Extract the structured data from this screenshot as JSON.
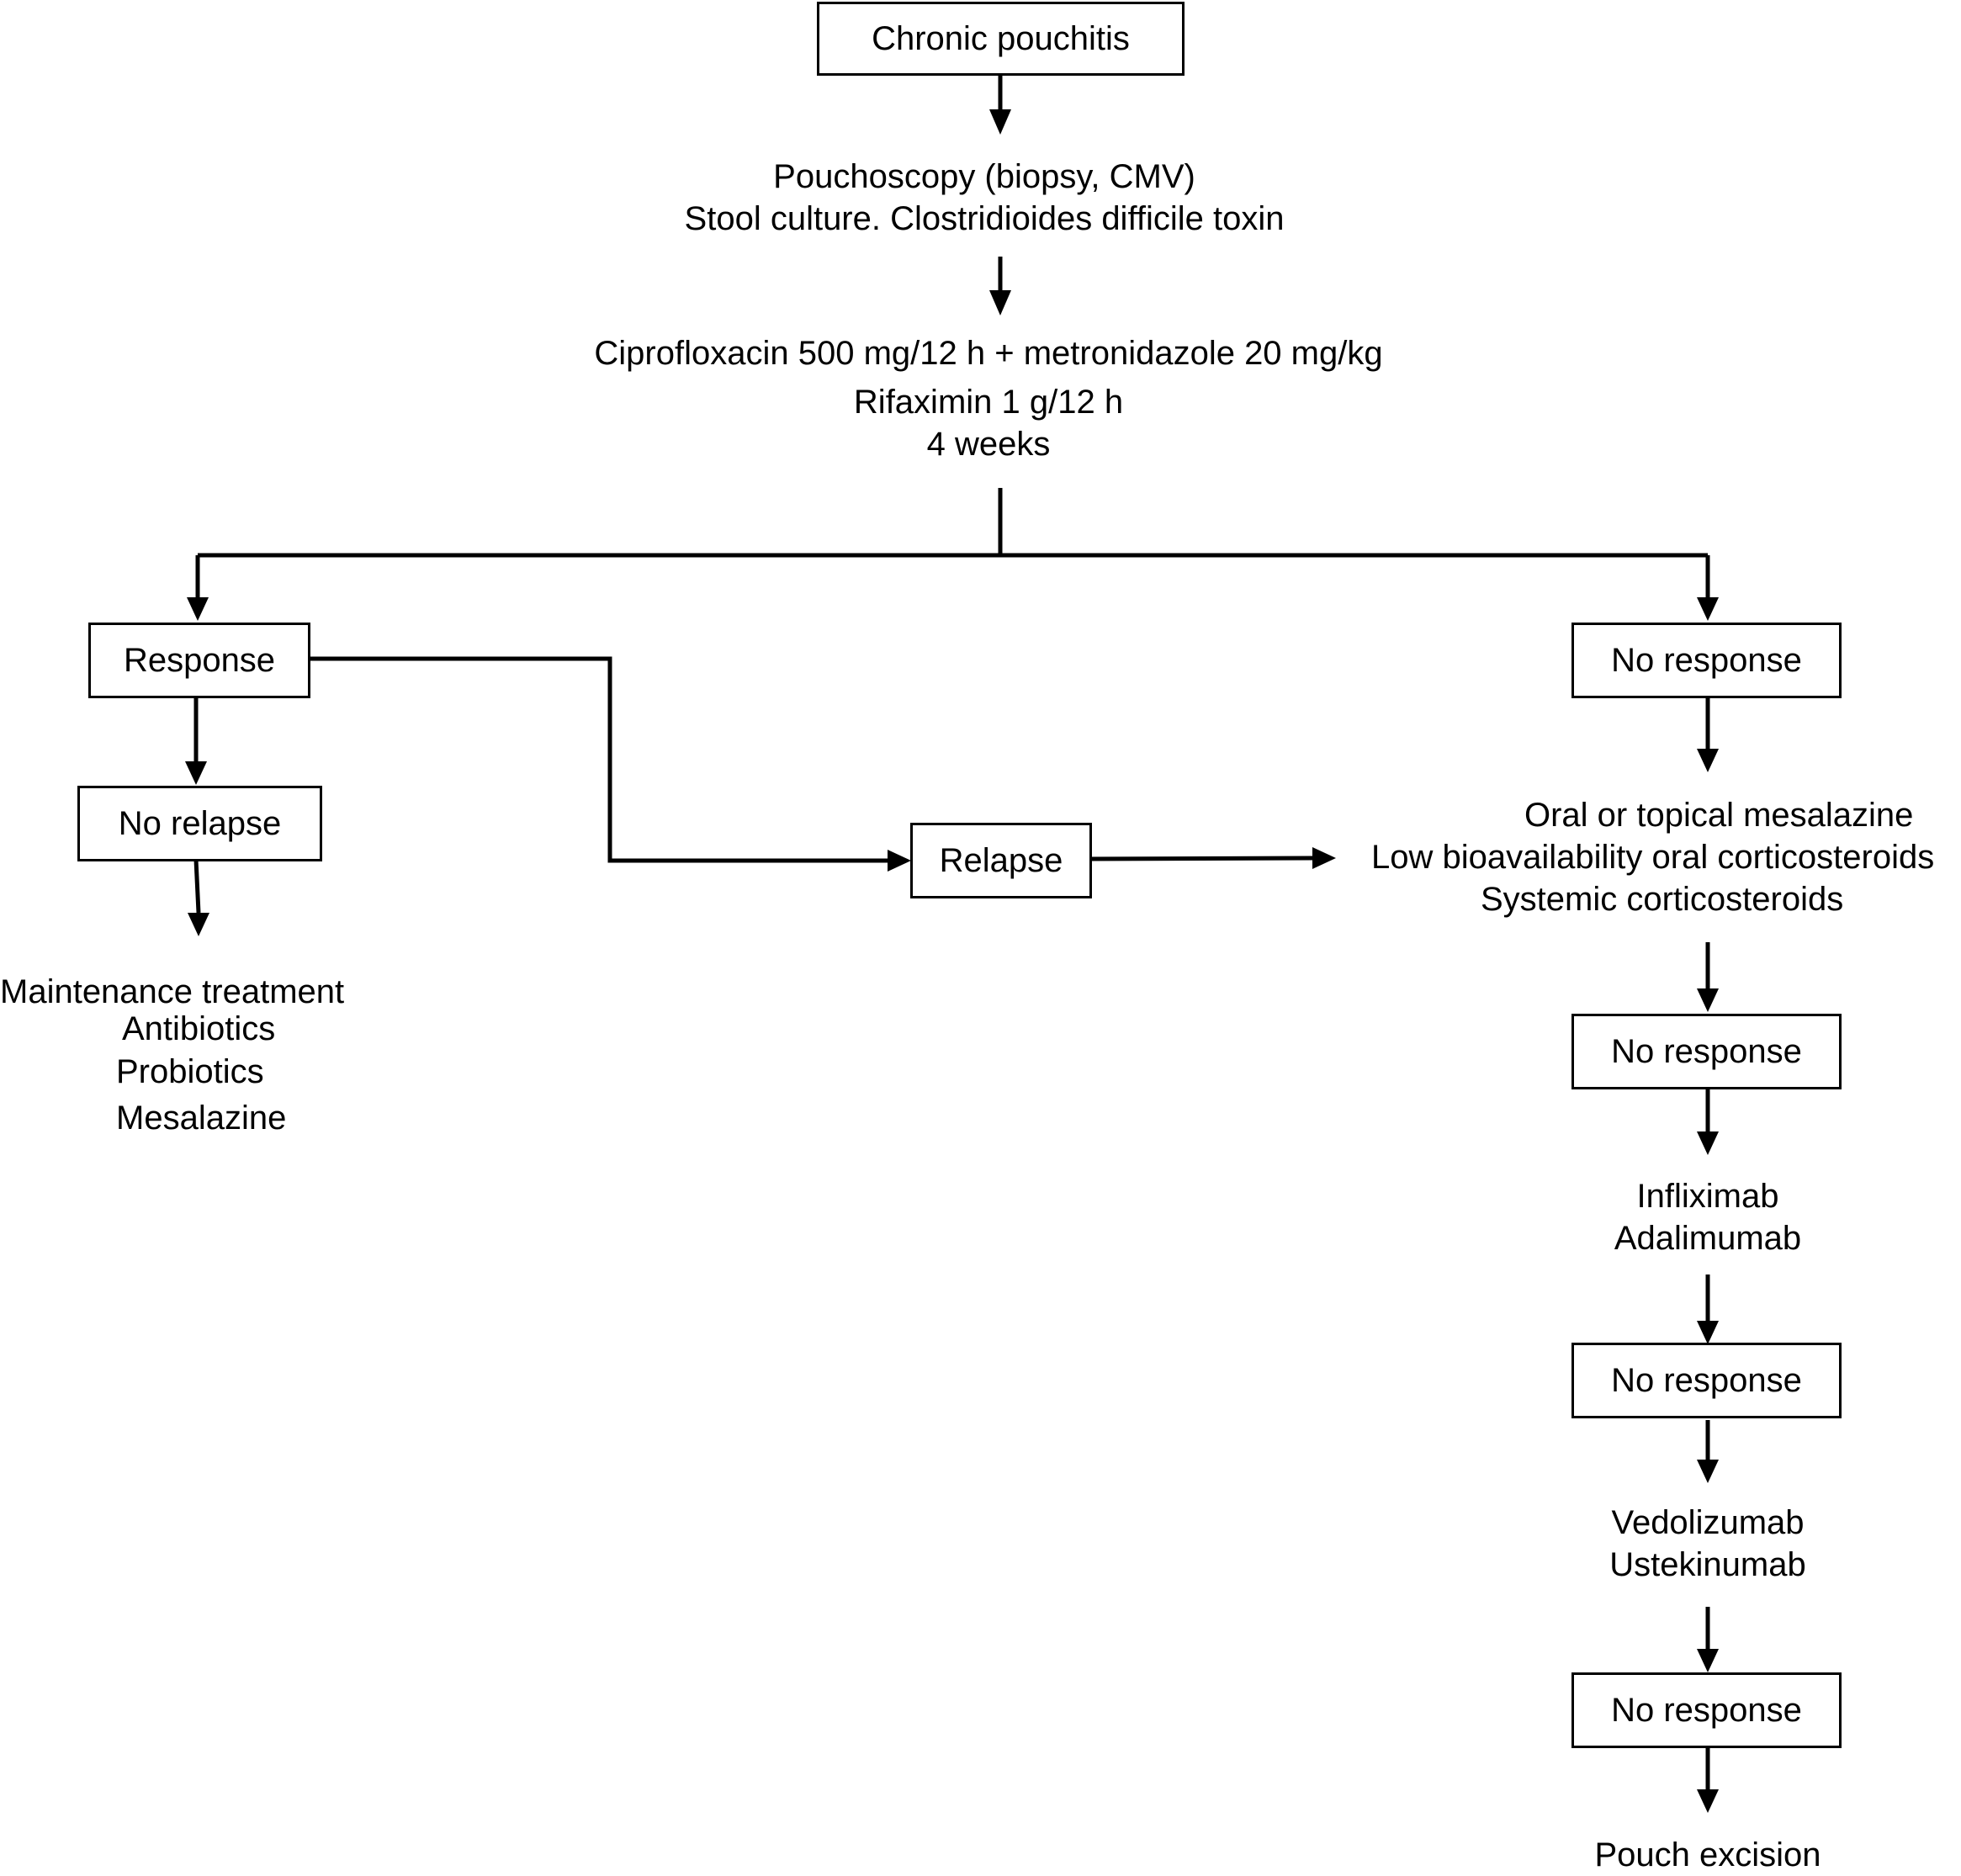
{
  "start": {
    "label": "Chronic pouchitis"
  },
  "diagnostics": {
    "line1": "Pouchoscopy (biopsy, CMV)",
    "line2": "Stool culture. Clostridioides difficile toxin"
  },
  "antibiotics": {
    "line1": "Ciprofloxacin 500 mg/12 h + metronidazole 20 mg/kg",
    "line2": "Rifaximin 1 g/12 h",
    "line3": "4 weeks"
  },
  "response": {
    "label": "Response"
  },
  "no_relapse": {
    "label": "No relapse"
  },
  "maintenance": {
    "line1": "Maintenance treatment",
    "line2": "Antibiotics",
    "line3": "Probiotics",
    "line4": "Mesalazine"
  },
  "relapse": {
    "label": "Relapse"
  },
  "no_response_1": {
    "label": "No response"
  },
  "second_line": {
    "line1": "Oral or topical mesalazine",
    "line2": "Low bioavailability oral corticosteroids",
    "line3": "Systemic corticosteroids"
  },
  "no_response_2": {
    "label": "No response"
  },
  "anti_tnf": {
    "line1": "Infliximab",
    "line2": "Adalimumab"
  },
  "no_response_3": {
    "label": "No response"
  },
  "biologics": {
    "line1": "Vedolizumab",
    "line2": "Ustekinumab"
  },
  "no_response_4": {
    "label": "No response"
  },
  "outcome": {
    "label": "Pouch excision"
  }
}
